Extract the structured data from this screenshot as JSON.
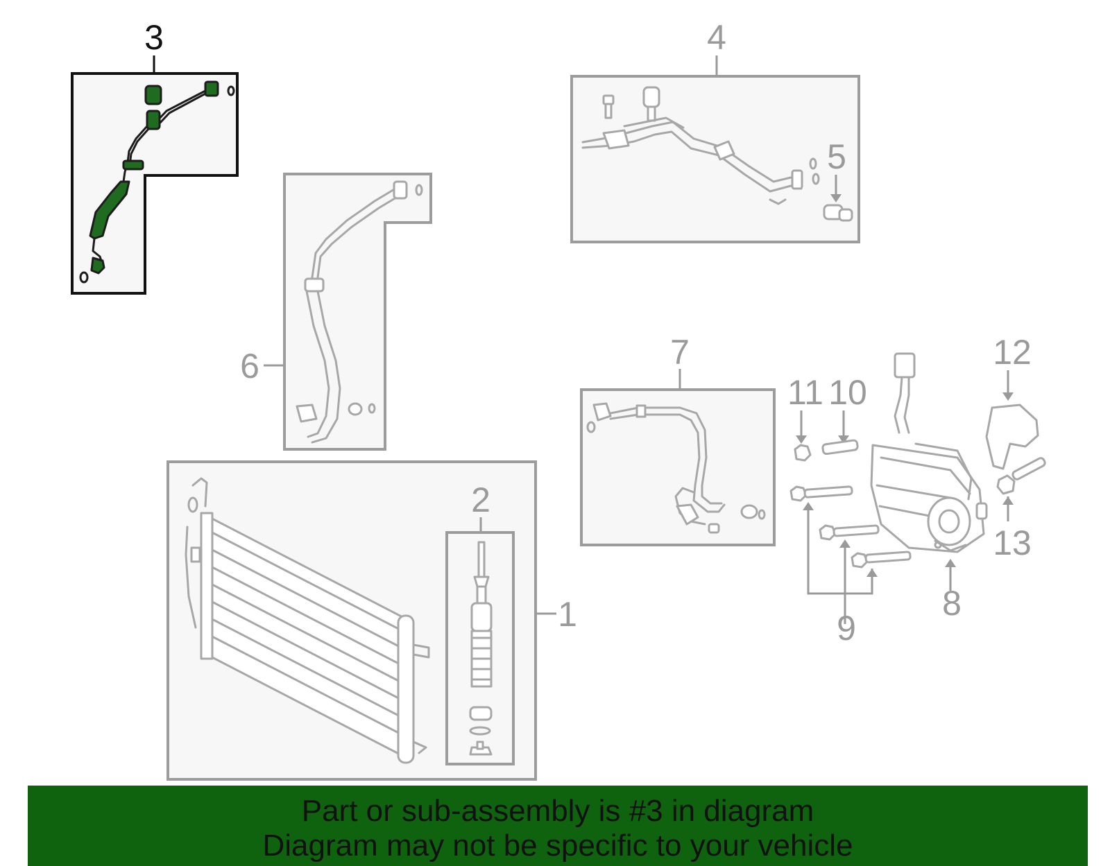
{
  "diagram": {
    "callouts": {
      "p1": "1",
      "p2": "2",
      "p3": "3",
      "p4": "4",
      "p5": "5",
      "p6": "6",
      "p7": "7",
      "p8": "8",
      "p9": "9",
      "p10": "10",
      "p11": "11",
      "p12": "12",
      "p13": "13"
    },
    "highlighted_part": "3",
    "colors": {
      "highlight": "#1f6b1f",
      "banner": "#0f630f",
      "outline": "#9c9c9c"
    }
  },
  "banner": {
    "line1": "Part or sub-assembly is #3 in diagram",
    "line2": "Diagram may not be specific to your vehicle"
  }
}
